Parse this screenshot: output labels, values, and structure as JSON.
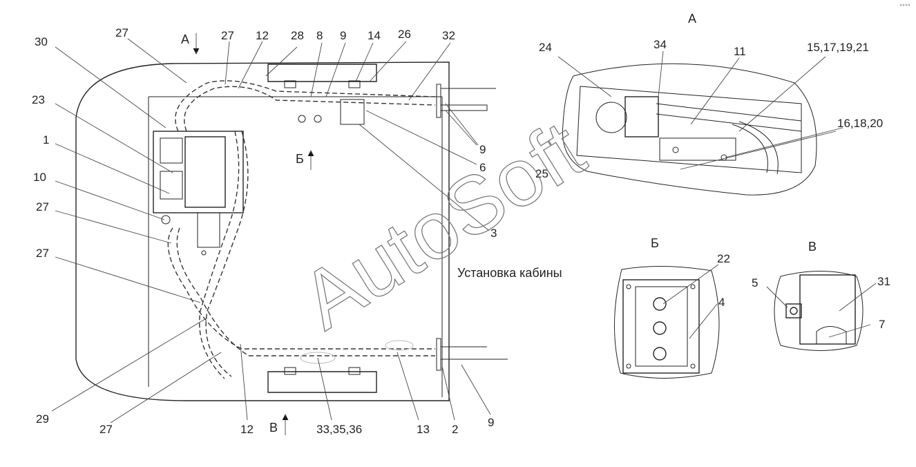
{
  "title": "Установка кабины",
  "views": {
    "a": "А",
    "b": "Б",
    "v": "В"
  },
  "watermark": "AutoSoft",
  "corner_mark": "°°°°",
  "labels": {
    "l30": "30",
    "l27a": "27",
    "l27b": "27",
    "l12a": "12",
    "l28": "28",
    "l8": "8",
    "l9a": "9",
    "l14": "14",
    "l26": "26",
    "l32": "32",
    "l23": "23",
    "l1": "1",
    "l10": "10",
    "l27c": "27",
    "l27d": "27",
    "l9b": "9",
    "l6": "6",
    "l3": "3",
    "l29": "29",
    "l27e": "27",
    "l12b": "12",
    "l33": "33,35,36",
    "l13": "13",
    "l2": "2",
    "l9c": "9",
    "a24": "24",
    "a34": "34",
    "a11": "11",
    "a15": "15,17,19,21",
    "a16": "16,18,20",
    "a25": "25",
    "b22": "22",
    "b4": "4",
    "v5": "5",
    "v31": "31",
    "v7": "7"
  }
}
